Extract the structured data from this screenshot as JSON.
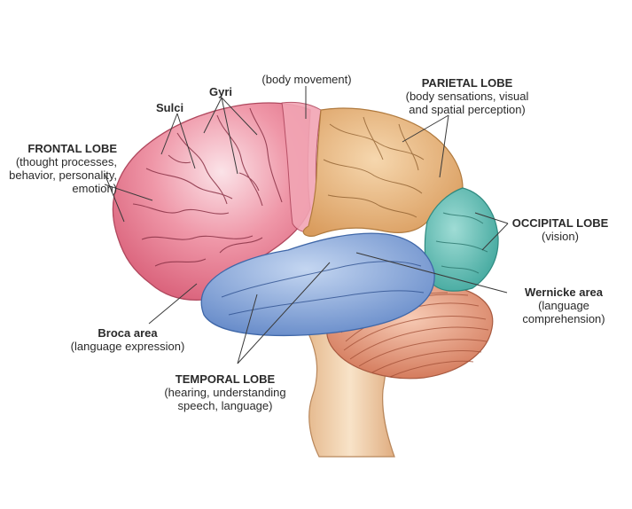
{
  "labels": {
    "frontal": {
      "title": "FRONTAL LOBE",
      "l1": "(thought processes,",
      "l2": "behavior, personality,",
      "l3": "emotion)"
    },
    "sulci": "Sulci",
    "gyri": "Gyri",
    "motor": "(body movement)",
    "parietal": {
      "title": "PARIETAL LOBE",
      "l1": "(body sensations, visual",
      "l2": "and spatial perception)"
    },
    "occipital": {
      "title": "OCCIPITAL LOBE",
      "l1": "(vision)"
    },
    "wernicke": {
      "title": "Wernicke area",
      "l1": "(language",
      "l2": "comprehension)"
    },
    "broca": {
      "title": "Broca area",
      "l1": "(language expression)"
    },
    "temporal": {
      "title": "TEMPORAL LOBE",
      "l1": "(hearing, understanding",
      "l2": "speech, language)"
    }
  },
  "colors": {
    "frontal": "#ea7f92",
    "motor": "#ef8fa0",
    "parietal": "#e8b47a",
    "occipital": "#5fbdb4",
    "temporal": "#7d9fd6",
    "cerebellum": "#e69a7e",
    "brainstem": "#f2d2ac",
    "sulcus_line": "#7a2a3c",
    "leader": "#3a3a3a"
  }
}
